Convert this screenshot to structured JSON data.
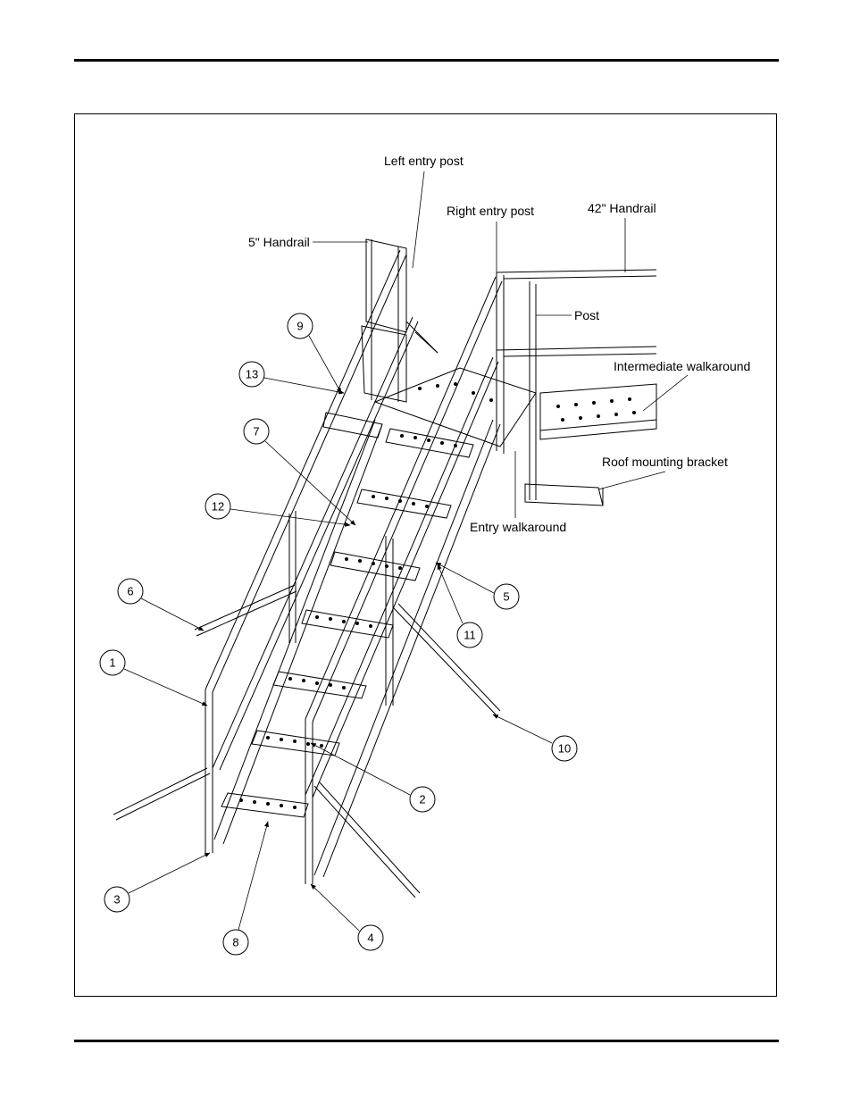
{
  "labels": {
    "left_entry_post": "Left entry post",
    "right_entry_post": "Right entry post",
    "handrail_42": "42\" Handrail",
    "handrail_5": "5\" Handrail",
    "post": "Post",
    "intermediate_walkaround": "Intermediate walkaround",
    "roof_mounting_bracket": "Roof mounting bracket",
    "entry_walkaround": "Entry walkaround"
  },
  "callouts": {
    "c1": "1",
    "c2": "2",
    "c3": "3",
    "c4": "4",
    "c5": "5",
    "c6": "6",
    "c7": "7",
    "c8": "8",
    "c9": "9",
    "c10": "10",
    "c11": "11",
    "c12": "12",
    "c13": "13"
  }
}
